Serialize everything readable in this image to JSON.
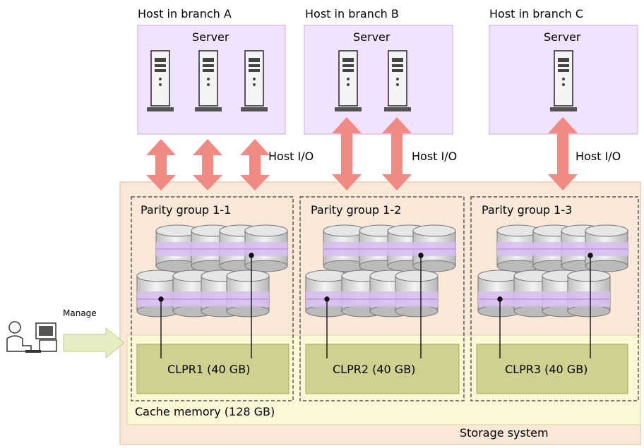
{
  "hosts": [
    {
      "label": "Host in branch A",
      "box_label": "Server",
      "server_count": 3
    },
    {
      "label": "Host in branch B",
      "box_label": "Server",
      "server_count": 2
    },
    {
      "label": "Host in branch C",
      "box_label": "Server",
      "server_count": 1
    }
  ],
  "io_labels": [
    "Host I/O",
    "Host I/O",
    "Host I/O"
  ],
  "parity_groups": [
    "Parity group 1-1",
    "Parity group 1-2",
    "Parity group 1-3"
  ],
  "clprs": [
    "CLPR1 (40 GB)",
    "CLPR2 (40 GB)",
    "CLPR3 (40 GB)"
  ],
  "cache_label": "Cache memory (128 GB)",
  "storage_label": "Storage system",
  "manage_label": "Manage",
  "colors": {
    "host_box": "#f1e3ff",
    "host_border": "#c9a8e8",
    "storage_fill": "#fae8d8",
    "storage_border": "#e6b993",
    "cache_fill": "#fbf8d8",
    "cache_border": "#dcd79c",
    "clpr_fill": "#cfd190",
    "clpr_border": "#a9ab55",
    "arrow": "#f28a84",
    "disk_band": "#d9bdf2",
    "manage_arrow": "#e8ecc2"
  }
}
